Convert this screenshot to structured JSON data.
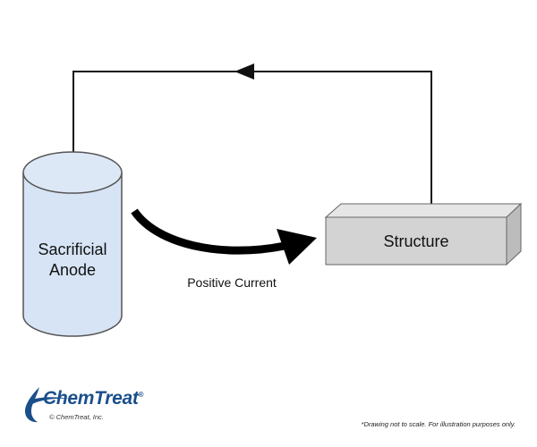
{
  "labels": {
    "anode_line1": "Sacrificial",
    "anode_line2": "Anode",
    "structure": "Structure",
    "current": "Positive Current"
  },
  "branding": {
    "logo_text": "ChemTreat",
    "logo_mark": "®",
    "copyright": "© ChemTreat, Inc."
  },
  "disclaimer": "*Drawing not to scale. For illustration purposes only.",
  "colors": {
    "anode_fill": "#d6e4f5",
    "structure_fill": "#d3d3d3",
    "brand_blue": "#1a4f8b"
  }
}
